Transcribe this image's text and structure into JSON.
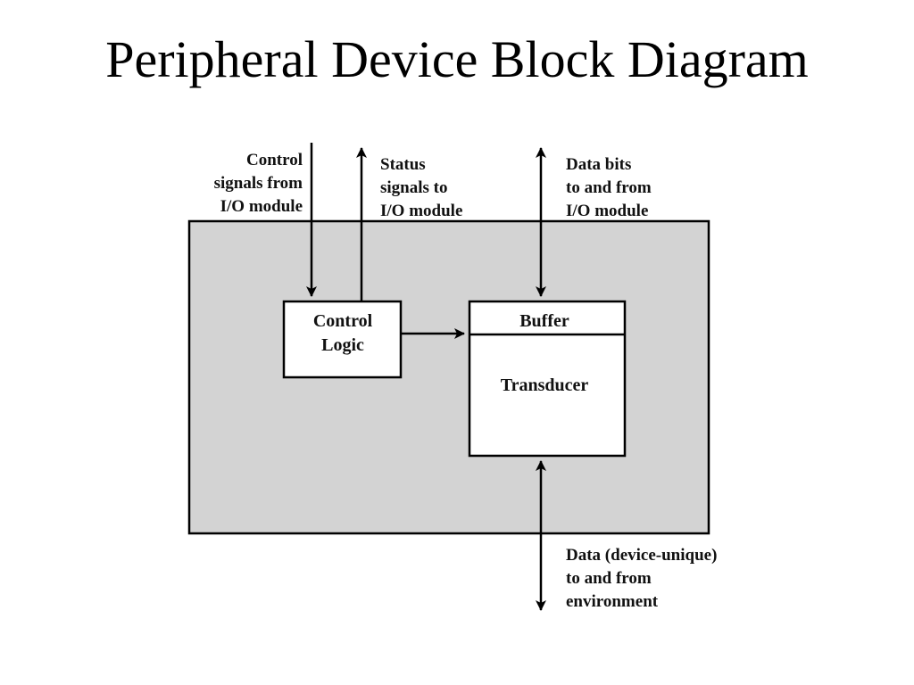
{
  "title": "Peripheral Device Block Diagram",
  "diagram": {
    "control_signals": [
      "Control",
      "signals from",
      "I/O module"
    ],
    "status_signals": [
      "Status",
      "signals to",
      "I/O module"
    ],
    "data_bits": [
      "Data bits",
      "to and from",
      "I/O module"
    ],
    "control_logic": [
      "Control",
      "Logic"
    ],
    "buffer": "Buffer",
    "transducer": "Transducer",
    "device_data": [
      "Data (device-unique)",
      "to and from",
      "environment"
    ]
  },
  "colors": {
    "device_fill": "#d3d3d3",
    "box_fill": "#ffffff",
    "stroke": "#000000"
  }
}
